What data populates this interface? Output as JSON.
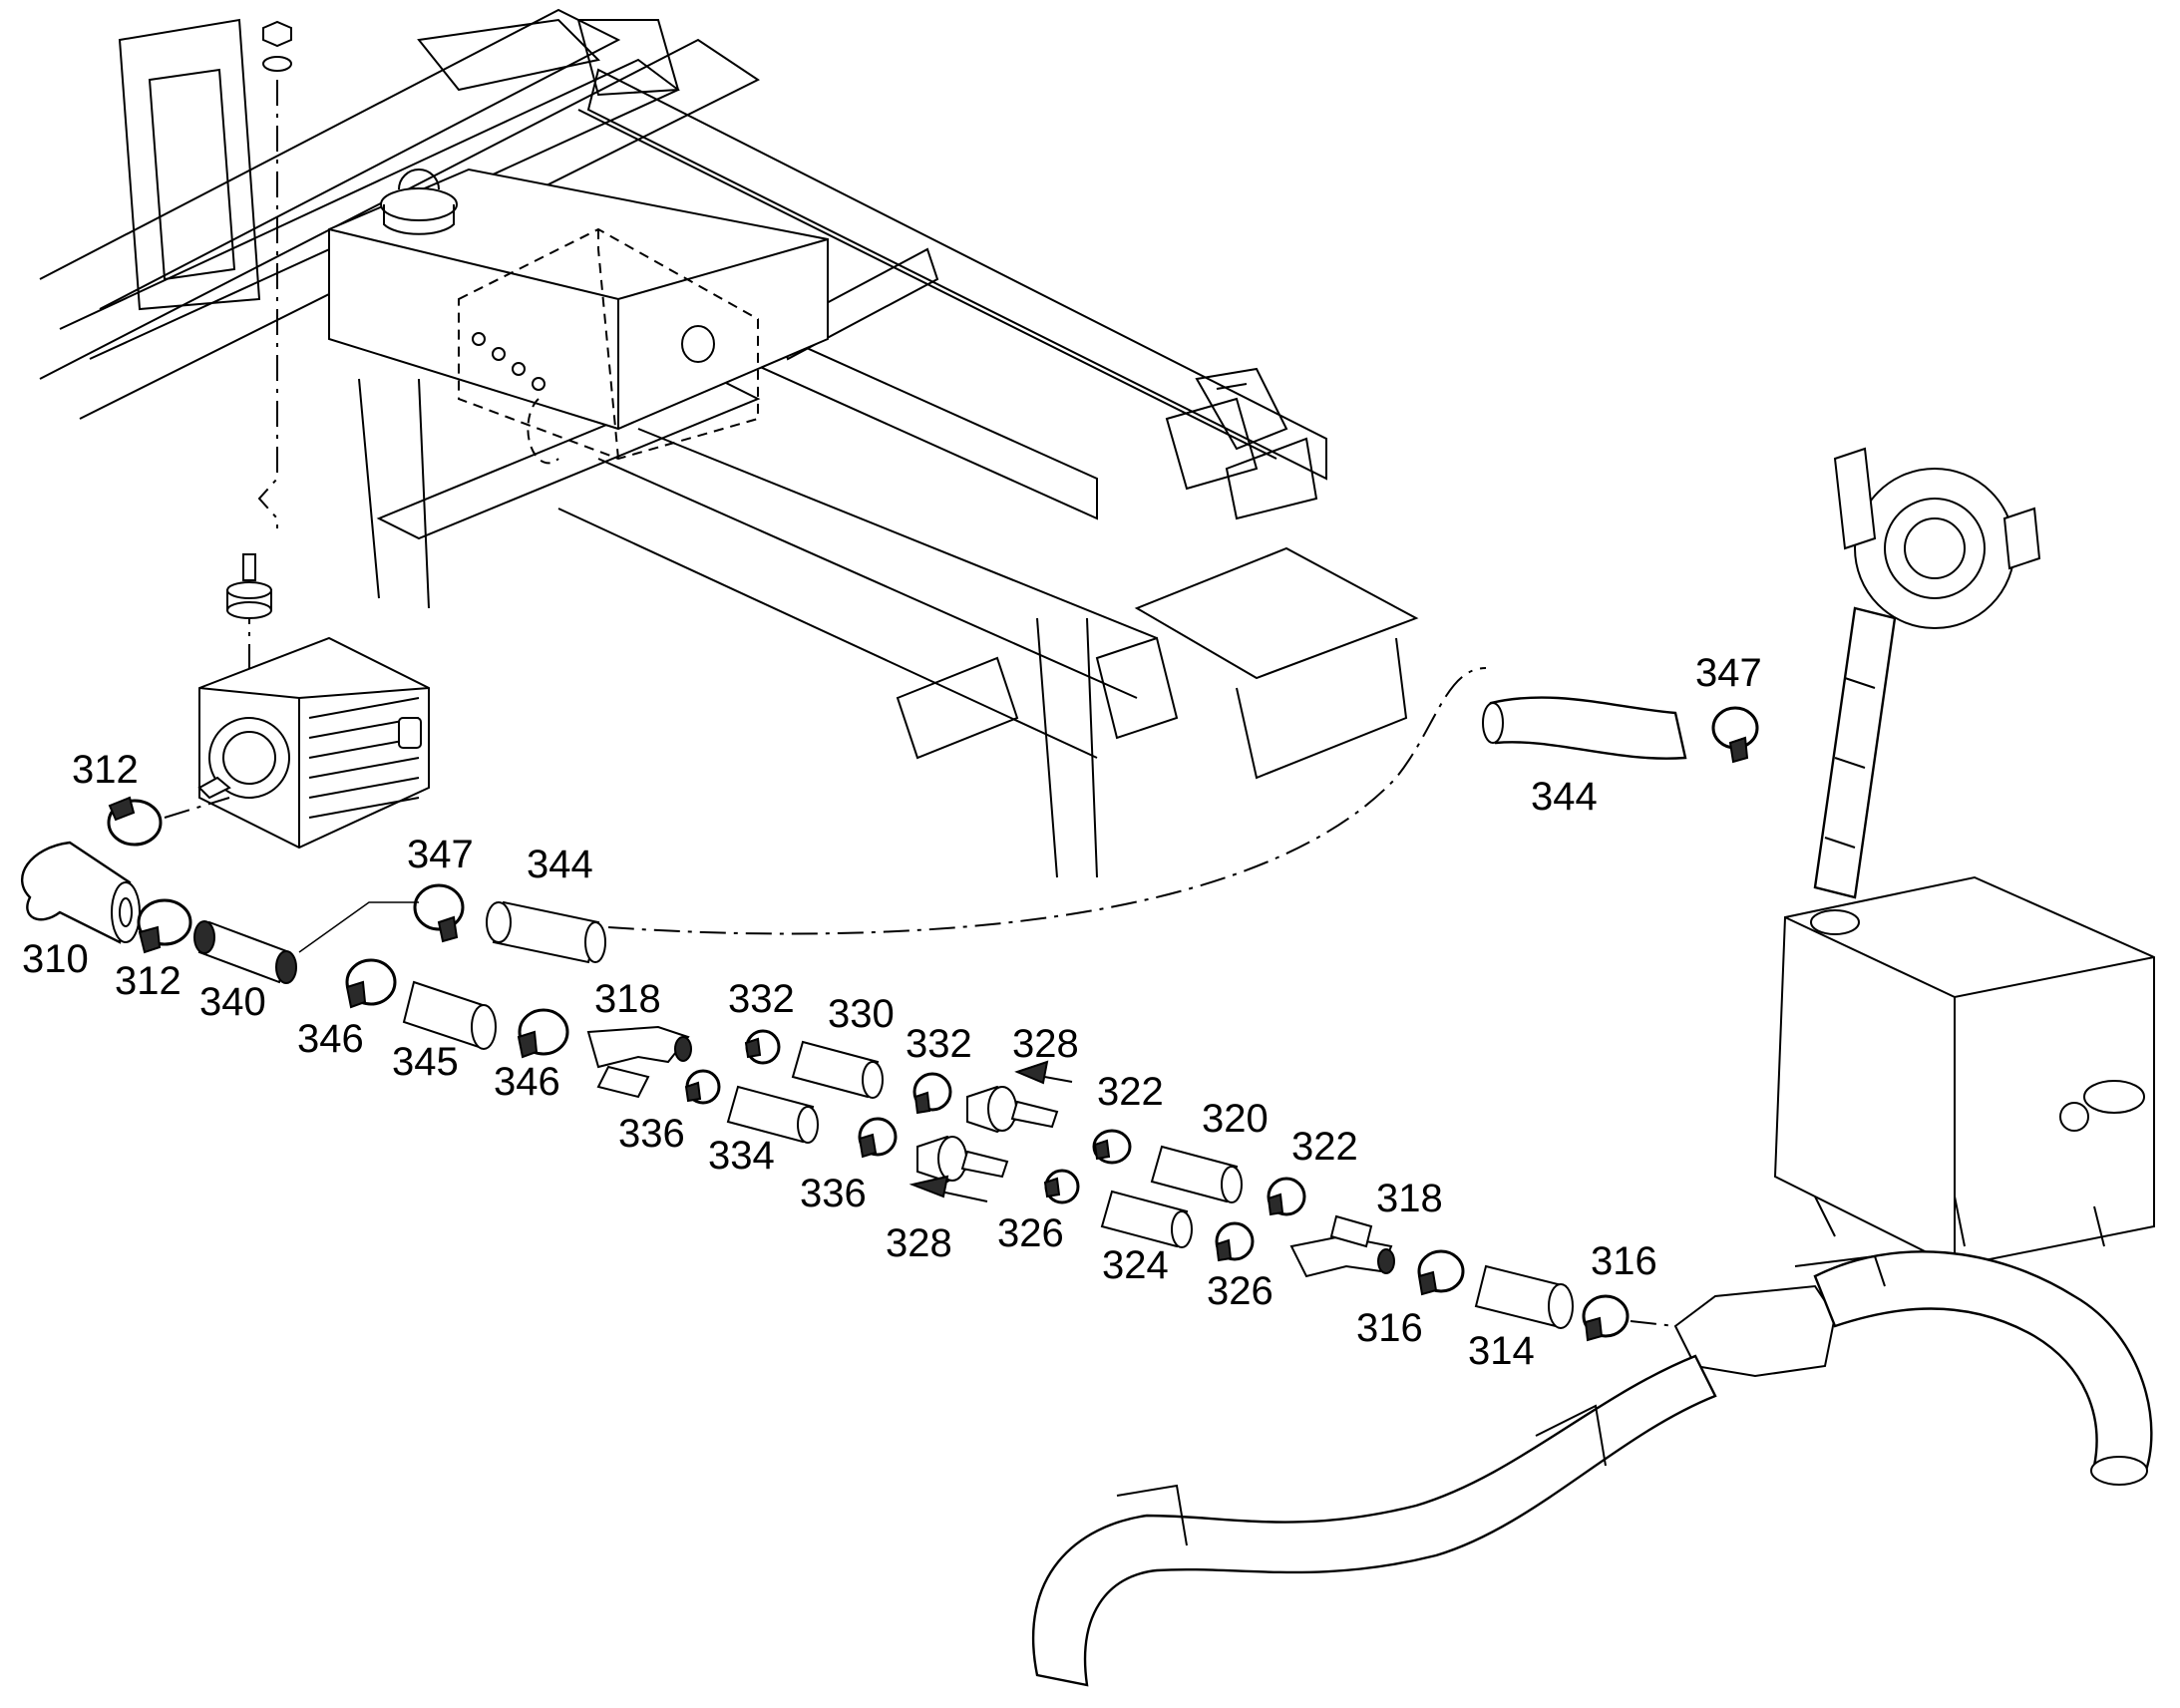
{
  "callouts": {
    "c310": "310",
    "c312_top": "312",
    "c312_bottom": "312",
    "c340": "340",
    "c346_a": "346",
    "c345": "345",
    "c346_b": "346",
    "c347_left": "347",
    "c344_left": "344",
    "c318_left": "318",
    "c332_a": "332",
    "c330": "330",
    "c332_b": "332",
    "c328_top": "328",
    "c336_a": "336",
    "c334": "334",
    "c336_b": "336",
    "c328_bottom": "328",
    "c322_a": "322",
    "c320": "320",
    "c322_b": "322",
    "c326_a": "326",
    "c324": "324",
    "c326_b": "326",
    "c318_right": "318",
    "c316_a": "316",
    "c314": "314",
    "c316_b": "316",
    "c347_right": "347",
    "c344_right": "344"
  },
  "colors": {
    "line": "#000000",
    "background": "#ffffff",
    "fill_dark": "#2a2a2a"
  }
}
